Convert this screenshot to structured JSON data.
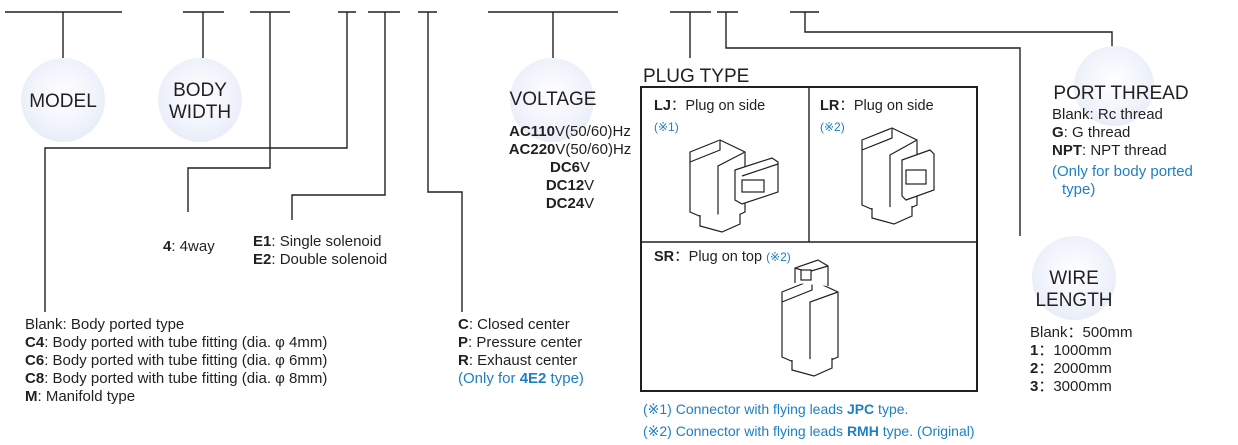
{
  "model": {
    "label": "MODEL"
  },
  "body_width": {
    "line1": "BODY",
    "line2": "WIDTH"
  },
  "voltage": {
    "label": "VOLTAGE",
    "options": [
      {
        "code": "AC110",
        "suffix": "V(50/60)Hz"
      },
      {
        "code": "AC220",
        "suffix": "V(50/60)Hz"
      },
      {
        "code": "DC6",
        "suffix": "V"
      },
      {
        "code": "DC12",
        "suffix": "V"
      },
      {
        "code": "DC24",
        "suffix": "V"
      }
    ]
  },
  "plug_type": {
    "label": "PLUG TYPE",
    "lj": {
      "code": "LJ",
      "desc": "：Plug on side",
      "ref": "(※1)"
    },
    "lr": {
      "code": "LR",
      "desc": "：Plug on side",
      "ref": "(※2)"
    },
    "sr": {
      "code": "SR",
      "desc": "：Plug on top",
      "ref": "(※2)"
    }
  },
  "port_thread": {
    "label": "PORT THREAD",
    "blank": "Blank: Rc thread",
    "g_code": "G",
    "g_desc": ": G thread",
    "npt_code": "NPT",
    "npt_desc": ": NPT thread",
    "note1": "(Only for body ported",
    "note2": "type)"
  },
  "wire_length": {
    "line1": "WIRE",
    "line2": "LENGTH",
    "blank": "Blank：500mm",
    "opt1_code": "1",
    "opt1_desc": "：1000mm",
    "opt2_code": "2",
    "opt2_desc": "：2000mm",
    "opt3_code": "3",
    "opt3_desc": "：3000mm"
  },
  "way": {
    "code": "4",
    "desc": ": 4way"
  },
  "solenoid": {
    "e1_code": "E1",
    "e1_desc": ": Single solenoid",
    "e2_code": "E2",
    "e2_desc": ": Double solenoid"
  },
  "port_type": {
    "blank": "Blank: Body ported type",
    "c4_code": "C4",
    "c4_desc": ": Body ported with tube fitting (dia. φ 4mm)",
    "c6_code": "C6",
    "c6_desc": ": Body ported with tube fitting (dia. φ 6mm)",
    "c8_code": "C8",
    "c8_desc": ": Body ported with tube fitting (dia. φ 8mm)",
    "m_code": "M",
    "m_desc": ": Manifold type"
  },
  "center": {
    "c_code": "C",
    "c_desc": ": Closed center",
    "p_code": "P",
    "p_desc": ": Pressure center",
    "r_code": "R",
    "r_desc": ": Exhaust center",
    "note_pre": "(Only for ",
    "note_code": "4E2",
    "note_post": " type)"
  },
  "footnotes": {
    "n1_pre": "(※1)  Connector with flying leads ",
    "n1_code": "JPC",
    "n1_post": " type.",
    "n2_pre": "(※2)  Connector with flying leads ",
    "n2_code": "RMH",
    "n2_post": " type. (Original)"
  },
  "colors": {
    "text": "#231f20",
    "accent_blue": "#1d7fc4",
    "bubble": "#dfe6f5"
  }
}
